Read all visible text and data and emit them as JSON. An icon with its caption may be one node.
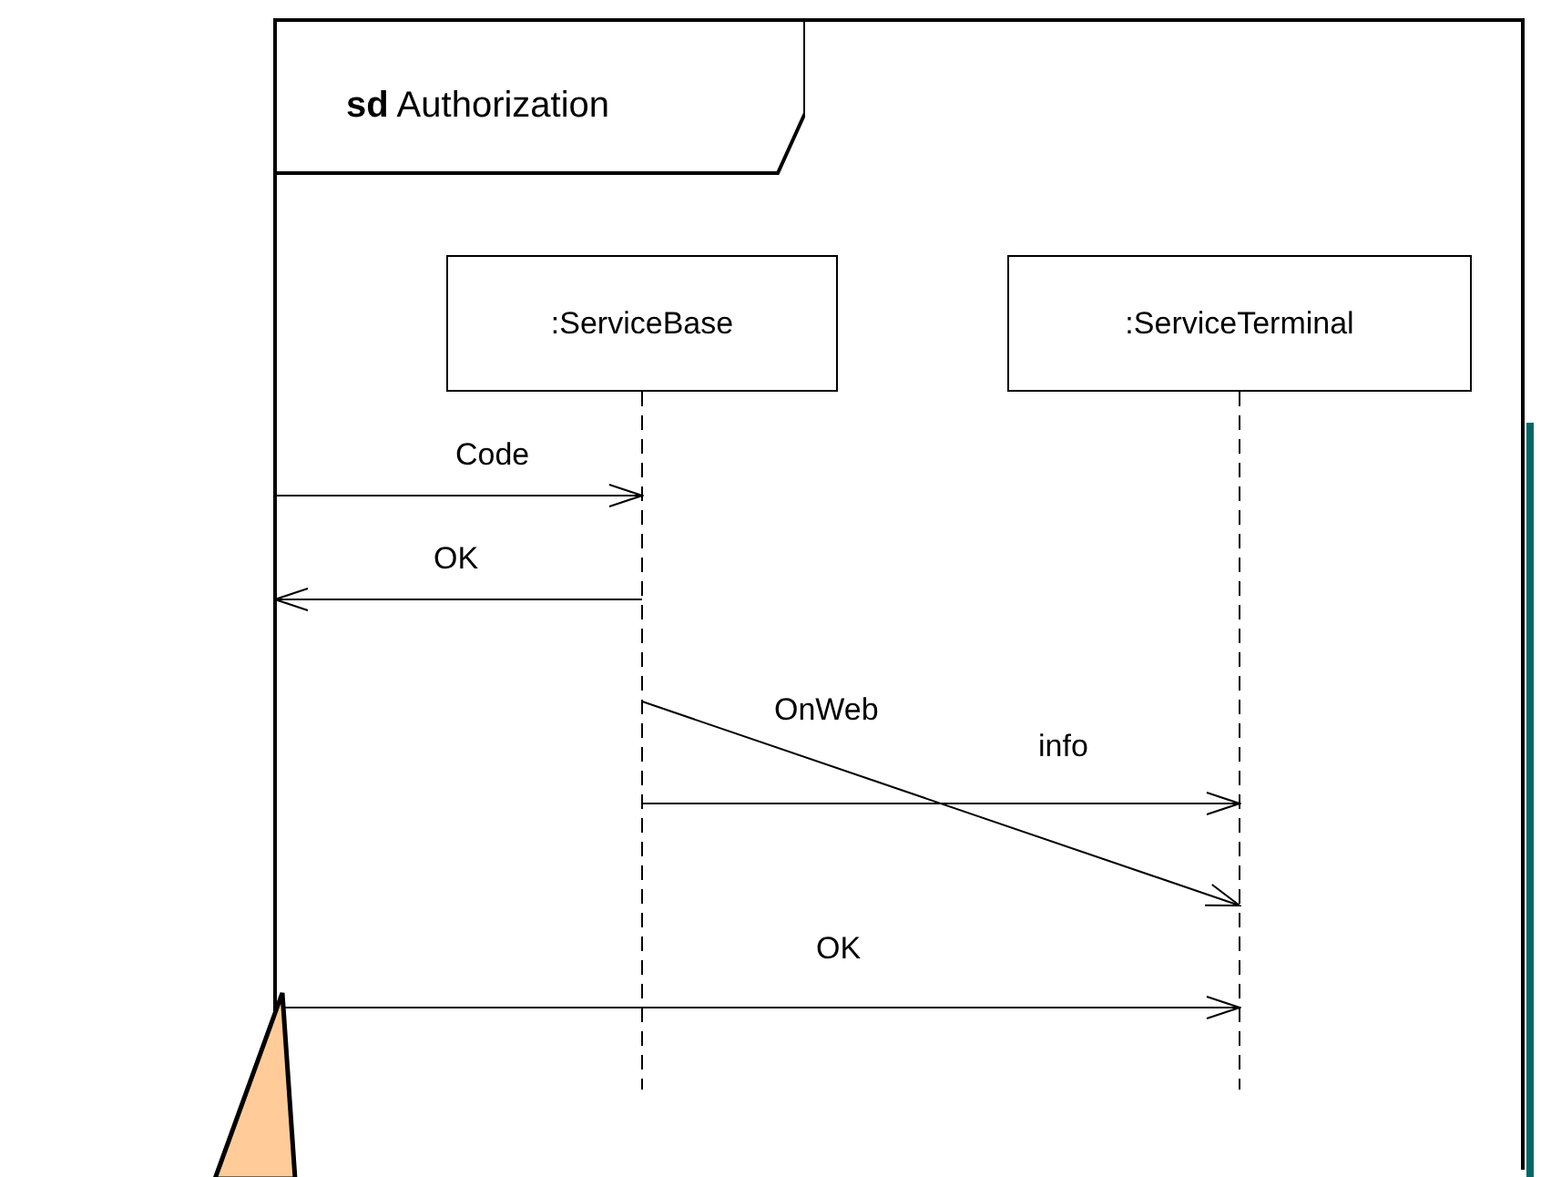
{
  "diagram": {
    "nodes": [
      {
        "text": [
          "**sd** Authorization"
        ]
      },
      {
        "text": [
          ":ServiceBase"
        ],
        "in": 0
      },
      {
        "text": [
          ":ServiceTerminal"
        ],
        "in": 0
      },
      {
        "text": [],
        "shape": "triangle"
      }
    ],
    "edges": [
      {
        "from": 0,
        "to": 1,
        "arrow": "to",
        "label": "Code"
      },
      {
        "from": 1,
        "to": 0,
        "arrow": "to",
        "label": "OK"
      },
      {
        "from": 1,
        "to": 2,
        "arrow": "to",
        "label": "OnWeb"
      },
      {
        "from": 1,
        "to": 2,
        "arrow": "to",
        "label": "info"
      },
      {
        "from": 0,
        "to": 2,
        "arrow": "to",
        "label": "OK"
      }
    ]
  }
}
